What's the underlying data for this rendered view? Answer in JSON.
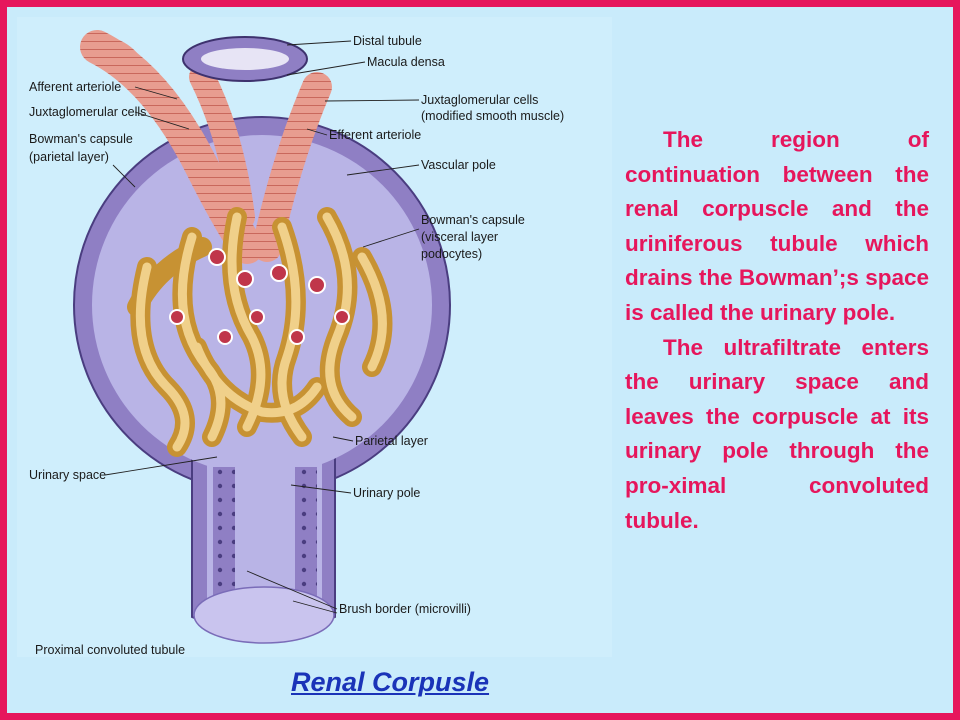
{
  "slide": {
    "paragraphs": [
      "The region of continuation between the renal corpuscle and the uriniferous tubule which drains the Bowman’;s space is called the urinary pole.",
      "The ultrafiltrate enters the urinary space and leaves the corpuscle at its urinary pole through the pro-ximal convoluted tubule."
    ],
    "caption": "Renal Corpusle"
  },
  "diagram": {
    "labels": {
      "distal_tubule": "Distal tubule",
      "macula_densa": "Macula densa",
      "afferent_arteriole": "Afferent arteriole",
      "jg_cells_left": "Juxtaglomerular cells",
      "jg_cells_right_1": "Juxtaglomerular cells",
      "jg_cells_right_2": "(modified smooth muscle)",
      "bowmans_capsule_parietal_1": "Bowman's capsule",
      "bowmans_capsule_parietal_2": "(parietal layer)",
      "efferent_arteriole": "Efferent arteriole",
      "vascular_pole": "Vascular pole",
      "bowmans_visceral_1": "Bowman's capsule",
      "bowmans_visceral_2": "(visceral layer",
      "bowmans_visceral_3": "podocytes)",
      "parietal_layer": "Parietal layer",
      "urinary_space": "Urinary space",
      "urinary_pole": "Urinary pole",
      "brush_border": "Brush border (microvilli)",
      "proximal_convoluted_tubule": "Proximal convoluted tubule"
    }
  },
  "colors": {
    "border": "#e6165c",
    "background": "#c9ebfb",
    "body_text": "#e6165c",
    "caption": "#1a33b8",
    "capsule": "#8f7fc4",
    "capsule_interior": "#b9b4e6",
    "vessel": "#e59a8f",
    "podocyte": "#dcb056"
  }
}
